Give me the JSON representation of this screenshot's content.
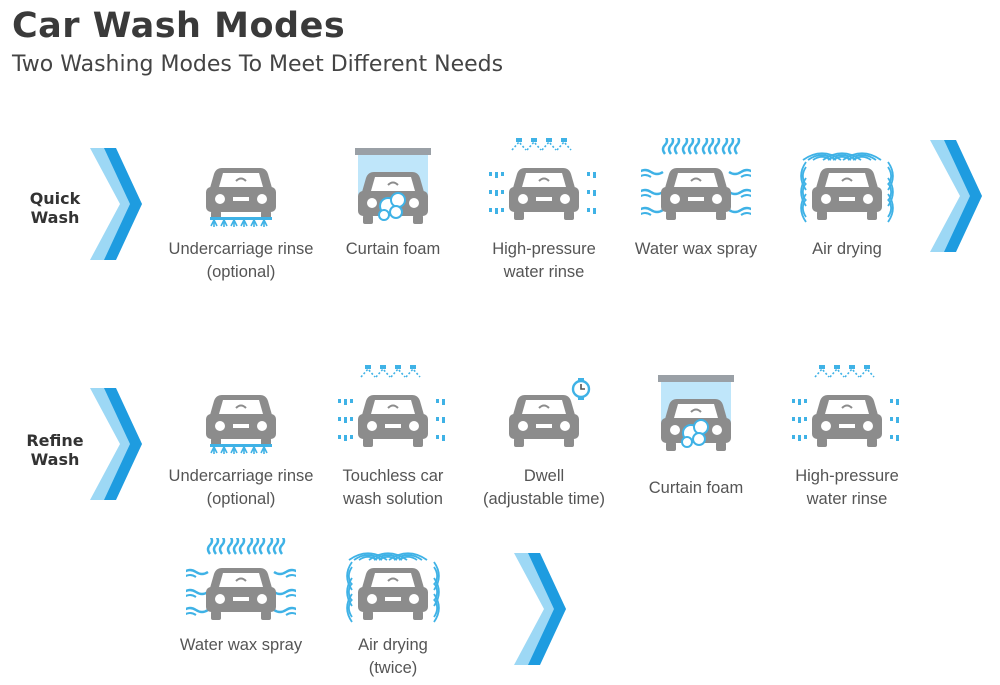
{
  "title": "Car Wash Modes",
  "subtitle": "Two Washing Modes To Meet Different Needs",
  "colors": {
    "car": "#8c8c8c",
    "spray": "#3fb2e6",
    "chevron_light": "#9dd8f5",
    "chevron_dark": "#1e9ce0",
    "curtain": "#bfe6fa",
    "text": "#555555"
  },
  "modes": [
    {
      "name_line1": "Quick",
      "name_line2": "Wash",
      "steps": [
        {
          "icon": "undercarriage-rinse-icon",
          "line1": "Undercarriage rinse",
          "line2": "(optional)"
        },
        {
          "icon": "curtain-foam-icon",
          "line1": "Curtain foam",
          "line2": ""
        },
        {
          "icon": "high-pressure-rinse-icon",
          "line1": "High-pressure",
          "line2": "water rinse"
        },
        {
          "icon": "water-wax-spray-icon",
          "line1": "Water wax spray",
          "line2": ""
        },
        {
          "icon": "air-drying-icon",
          "line1": "Air drying",
          "line2": ""
        }
      ]
    },
    {
      "name_line1": "Refine",
      "name_line2": "Wash",
      "steps": [
        {
          "icon": "undercarriage-rinse-icon",
          "line1": "Undercarriage rinse",
          "line2": "(optional)"
        },
        {
          "icon": "touchless-solution-icon",
          "line1": "Touchless car",
          "line2": "wash solution"
        },
        {
          "icon": "dwell-timer-icon",
          "line1": "Dwell",
          "line2": "(adjustable time)"
        },
        {
          "icon": "curtain-foam-icon",
          "line1": "Curtain foam",
          "line2": ""
        },
        {
          "icon": "high-pressure-rinse-icon",
          "line1": "High-pressure",
          "line2": "water rinse"
        },
        {
          "icon": "water-wax-spray-icon",
          "line1": "Water wax spray",
          "line2": ""
        },
        {
          "icon": "air-drying-icon",
          "line1": "Air drying",
          "line2": "(twice)"
        }
      ]
    }
  ]
}
